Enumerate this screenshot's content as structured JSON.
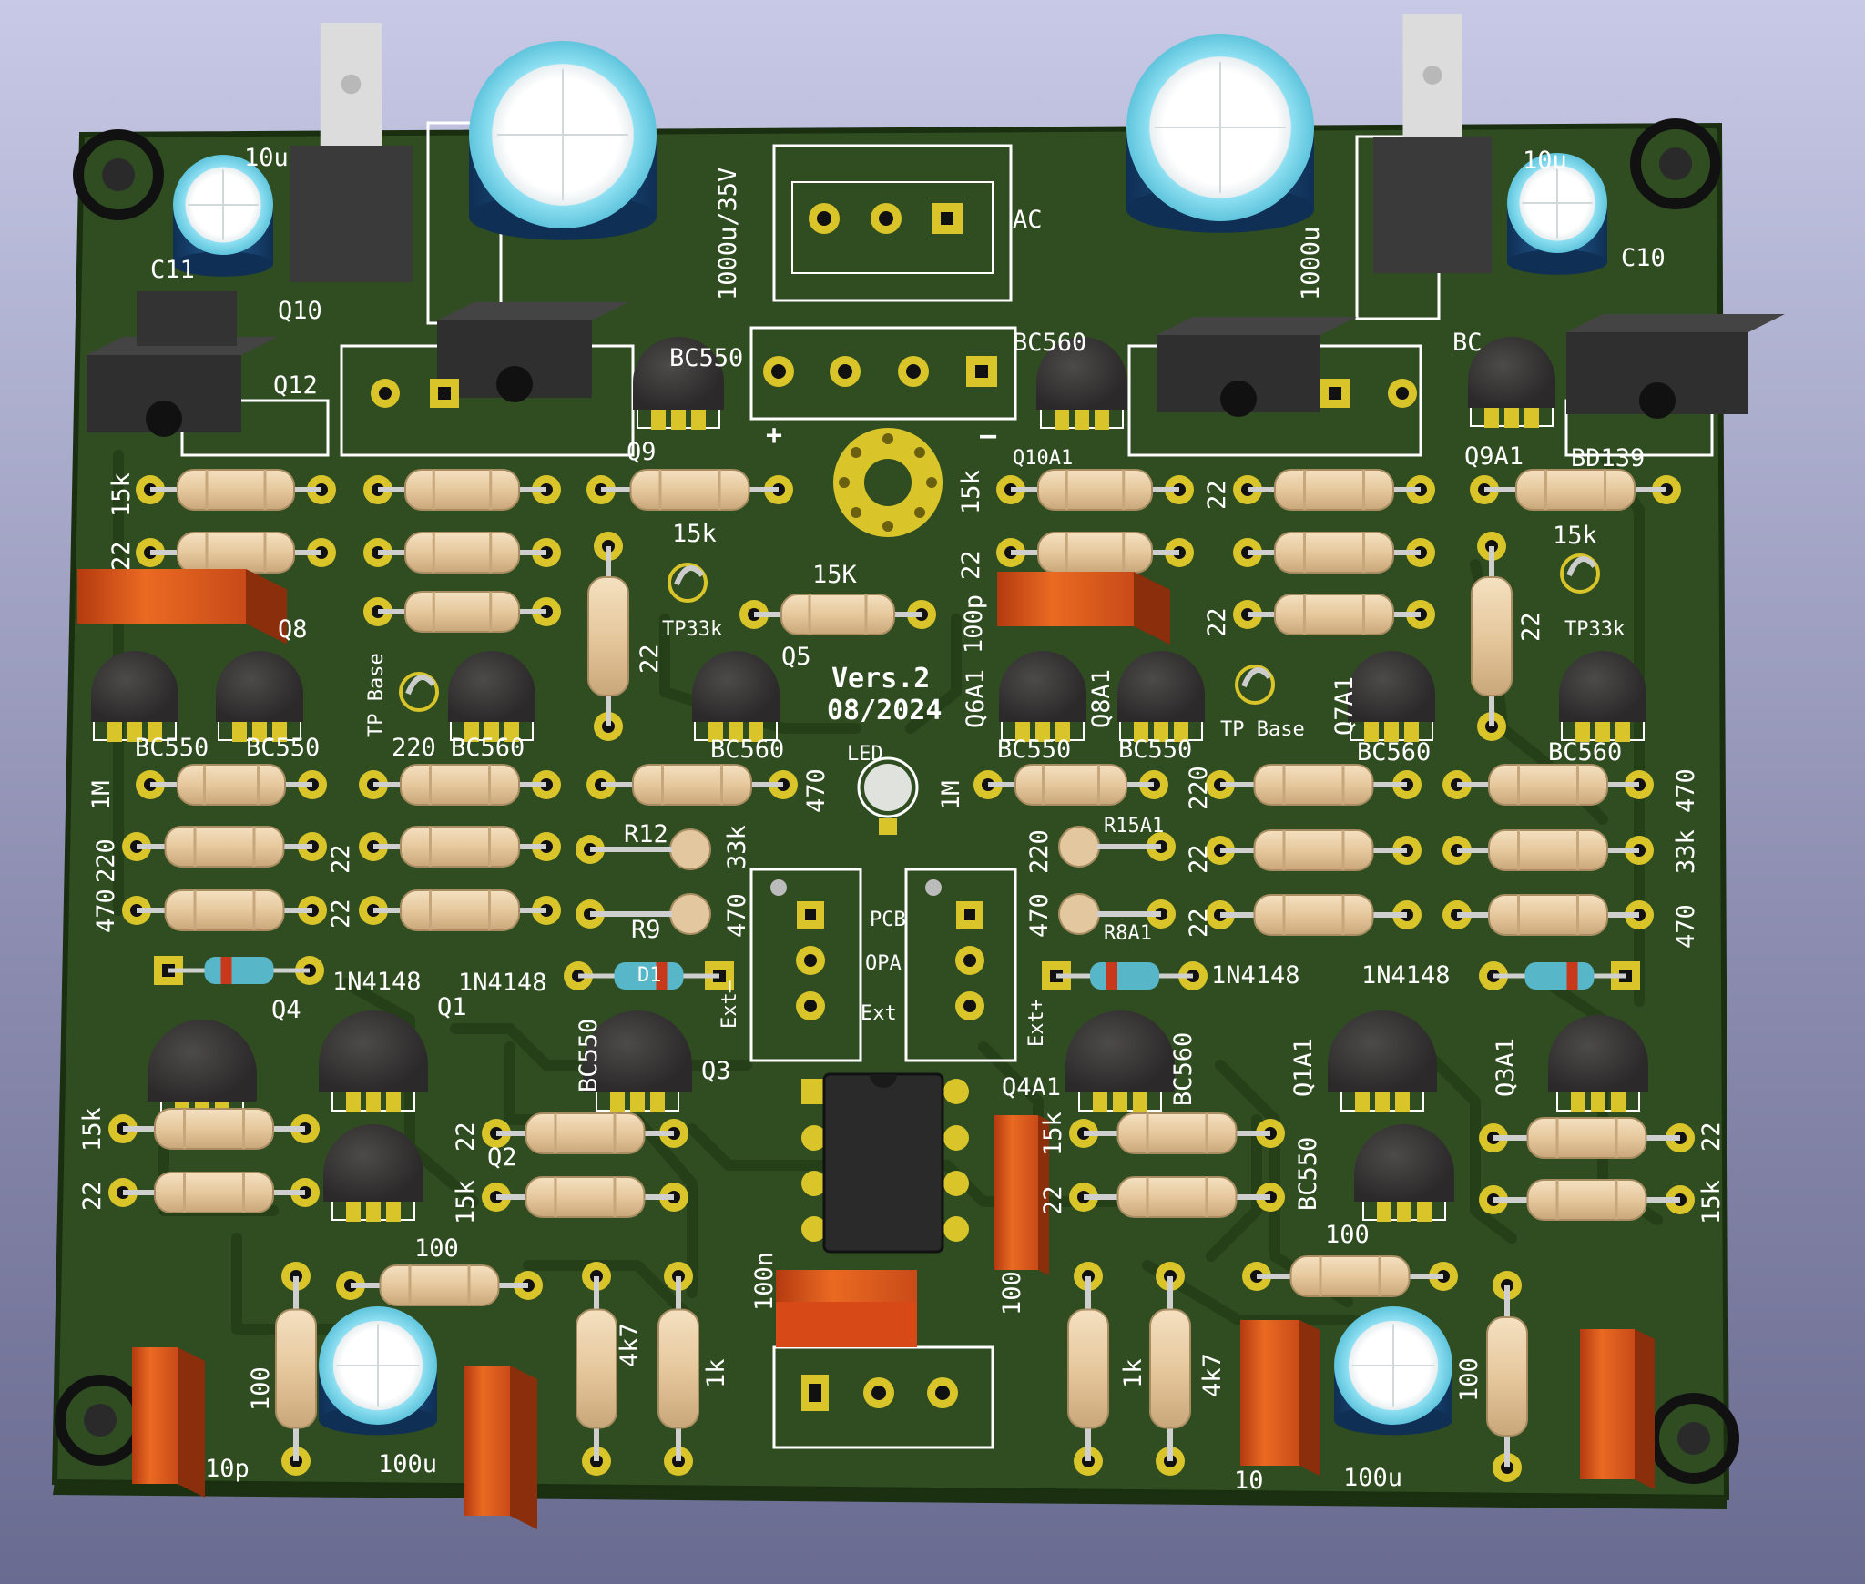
{
  "colors": {
    "board": "#2d4a1f",
    "board_edge": "#1e3413",
    "trace": "#234017",
    "silk": "#ffffff",
    "pad": "#d9c42a",
    "resistor": "#e3c9a2",
    "transistor": "#3a3838",
    "cap_body": "#1d4f7d",
    "cap_top": "#8fe0f2",
    "film_cap": "#e2601c",
    "heatsink": "#2b2b2b",
    "tab": "#dcdcdc"
  },
  "board": {
    "version": "Vers.2",
    "date": "08/2024"
  },
  "connectors": {
    "ac": "AC",
    "plus": "+",
    "minus": "–",
    "pcb": "PCB",
    "opa": "OPA",
    "ext": "Ext",
    "ext_minus": "Ext–",
    "ext_plus": "Ext+"
  },
  "top_components": {
    "c11": "C11",
    "c11_val": "10u",
    "q10": "Q10",
    "q12": "Q12",
    "bc550_top_left": "BC550",
    "big_cap_left": "1000u/35V",
    "big_cap_right": "1000u",
    "q9": "Q9",
    "bc560_top": "BC560",
    "q10a1": "Q10A1",
    "bc_top_right": "BC",
    "q9a1": "Q9A1",
    "bd139": "BD139",
    "c10": "C10",
    "c10_val": "10u"
  },
  "left_rows": {
    "r_15k": "15k",
    "r_22": "22",
    "r_15k_mid": "15k",
    "r_15K": "15K",
    "r_22_vert": "22",
    "tp33k_left": "TP33k",
    "q8": "Q8",
    "tp_base_left": "TP Base",
    "q5": "Q5",
    "c_100p": "100p",
    "bc550_a": "BC550",
    "bc550_b": "BC550",
    "r_220_bc560": "220 BC560",
    "bc560_q5": "BC560",
    "led": "LED",
    "r_1M": "1M",
    "r_470": "470",
    "r_220": "220",
    "r_470_b": "470",
    "r_22_c": "22",
    "r_22_d": "22",
    "r12": "R12",
    "r_33k": "33k",
    "r9": "R9",
    "r_470_c": "470",
    "d_1n4148_a": "1N4148",
    "d_1n4148_b": "1N4148",
    "d1": "D1",
    "q4": "Q4",
    "q1": "Q1",
    "q3": "Q3",
    "bc550_q3": "BC550",
    "q2": "Q2",
    "r_22_e": "22",
    "r_15k_e": "15k",
    "r_15k_f": "15k",
    "r_22_f": "22",
    "r_100": "100",
    "r_100_v": "100",
    "c_100u": "100u",
    "r_4k7": "4k7",
    "r_1k": "1k",
    "c_100n": "100n",
    "c_10p": "10p"
  },
  "right_rows": {
    "r_15k": "15k",
    "r_22_a": "22",
    "r_22_b": "22",
    "r_22_c": "22",
    "r_15k_b": "15k",
    "tp33k": "TP33k",
    "r_22_v": "22",
    "q6a1": "Q6A1",
    "q8a1": "Q8A1",
    "tp_base": "TP Base",
    "q7a1": "Q7A1",
    "bc550_a": "BC550",
    "bc550_b": "BC550",
    "bc560_a": "BC560",
    "bc560_b": "BC560",
    "r_1M": "1M",
    "r_220": "220",
    "r_470": "470",
    "r_220_b": "220",
    "r15a1": "R15A1",
    "r_22_d": "22",
    "r_33k": "33k",
    "r_470_b": "470",
    "r8a1": "R8A1",
    "r_22_e": "22",
    "r_470_c": "470",
    "d_1n4148_a": "1N4148",
    "d_1n4148_b": "1N4148",
    "q4a1": "Q4A1",
    "bc560_q4": "BC560",
    "q1a1": "Q1A1",
    "q3a1": "Q3A1",
    "bc550_q1": "BC550",
    "r_15k_c": "15k",
    "r_22_f": "22",
    "r_22_g": "22",
    "r_15k_d": "15k",
    "r_100": "100",
    "c_100_v": "100",
    "r_1k": "1k",
    "r_4k7": "4k7",
    "r_100_v": "100",
    "c_100u": "100u",
    "c_10": "10"
  }
}
